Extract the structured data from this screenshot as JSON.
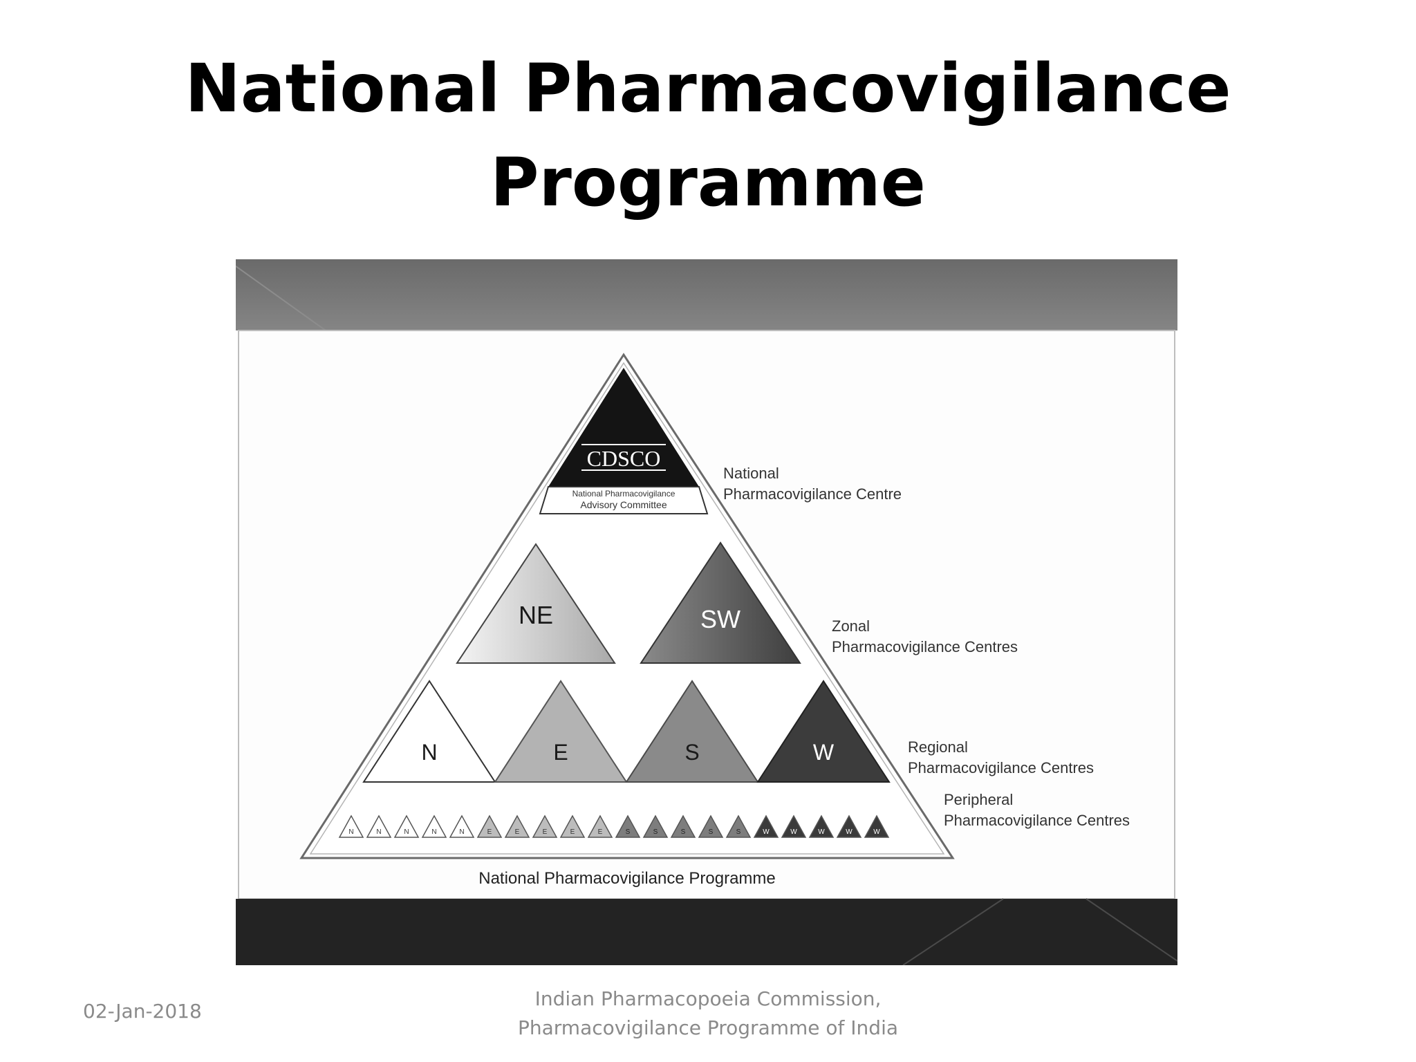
{
  "slide": {
    "title_line1": "National Pharmacovigilance",
    "title_line2": "Programme"
  },
  "diagram": {
    "top_logo": "CDSCO",
    "advisory_line1": "National Pharmacovigilance",
    "advisory_line2": "Advisory Committee",
    "zonal_centres": [
      "NE",
      "SW"
    ],
    "regional_centres": [
      "N",
      "E",
      "S",
      "W"
    ],
    "peripheral_markers": [
      "N",
      "N",
      "N",
      "N",
      "N",
      "E",
      "E",
      "E",
      "E",
      "E",
      "S",
      "S",
      "S",
      "S",
      "S",
      "W",
      "W",
      "W",
      "W",
      "W"
    ],
    "levels": [
      {
        "line1": "National",
        "line2": "Pharmacovigilance Centre"
      },
      {
        "line1": "Zonal",
        "line2": "Pharmacovigilance Centres"
      },
      {
        "line1": "Regional",
        "line2": "Pharmacovigilance Centres"
      },
      {
        "line1": "Peripheral",
        "line2": "Pharmacovigilance Centres"
      }
    ],
    "caption": "National Pharmacovigilance Programme"
  },
  "footer": {
    "date": "02-Jan-2018",
    "org_line1": "Indian Pharmacopoeia Commission,",
    "org_line2": "Pharmacovigilance Programme of India"
  }
}
